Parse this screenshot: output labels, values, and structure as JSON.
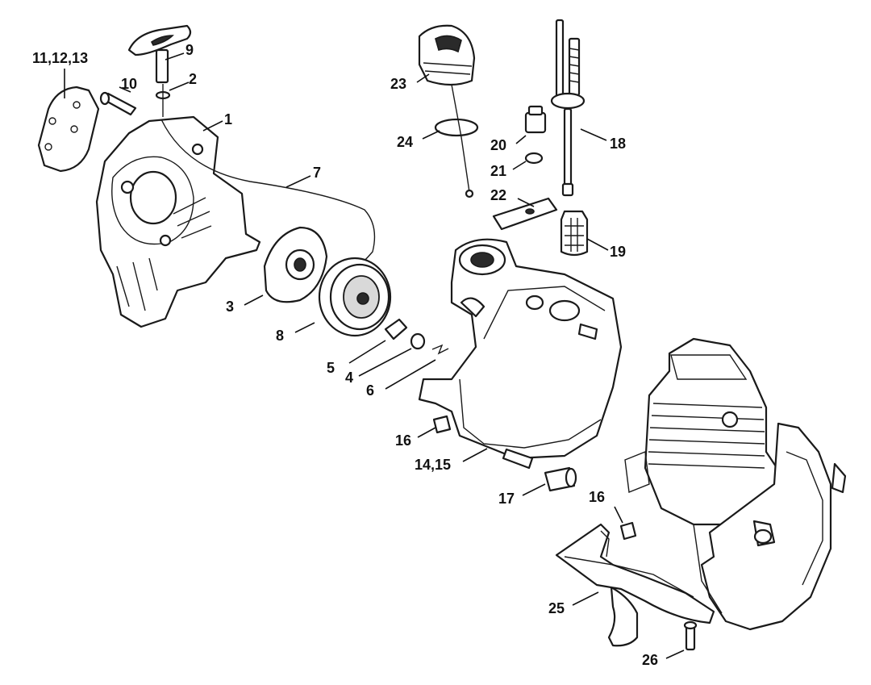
{
  "labels": {
    "l_11_12_13": "11,12,13",
    "l_10": "10",
    "l_9": "9",
    "l_2": "2",
    "l_1": "1",
    "l_7": "7",
    "l_3": "3",
    "l_8": "8",
    "l_5": "5",
    "l_4": "4",
    "l_6": "6",
    "l_23": "23",
    "l_24": "24",
    "l_20": "20",
    "l_21": "21",
    "l_22": "22",
    "l_18": "18",
    "l_19": "19",
    "l_16a": "16",
    "l_14_15": "14,15",
    "l_17": "17",
    "l_16b": "16",
    "l_25": "25",
    "l_26": "26"
  }
}
